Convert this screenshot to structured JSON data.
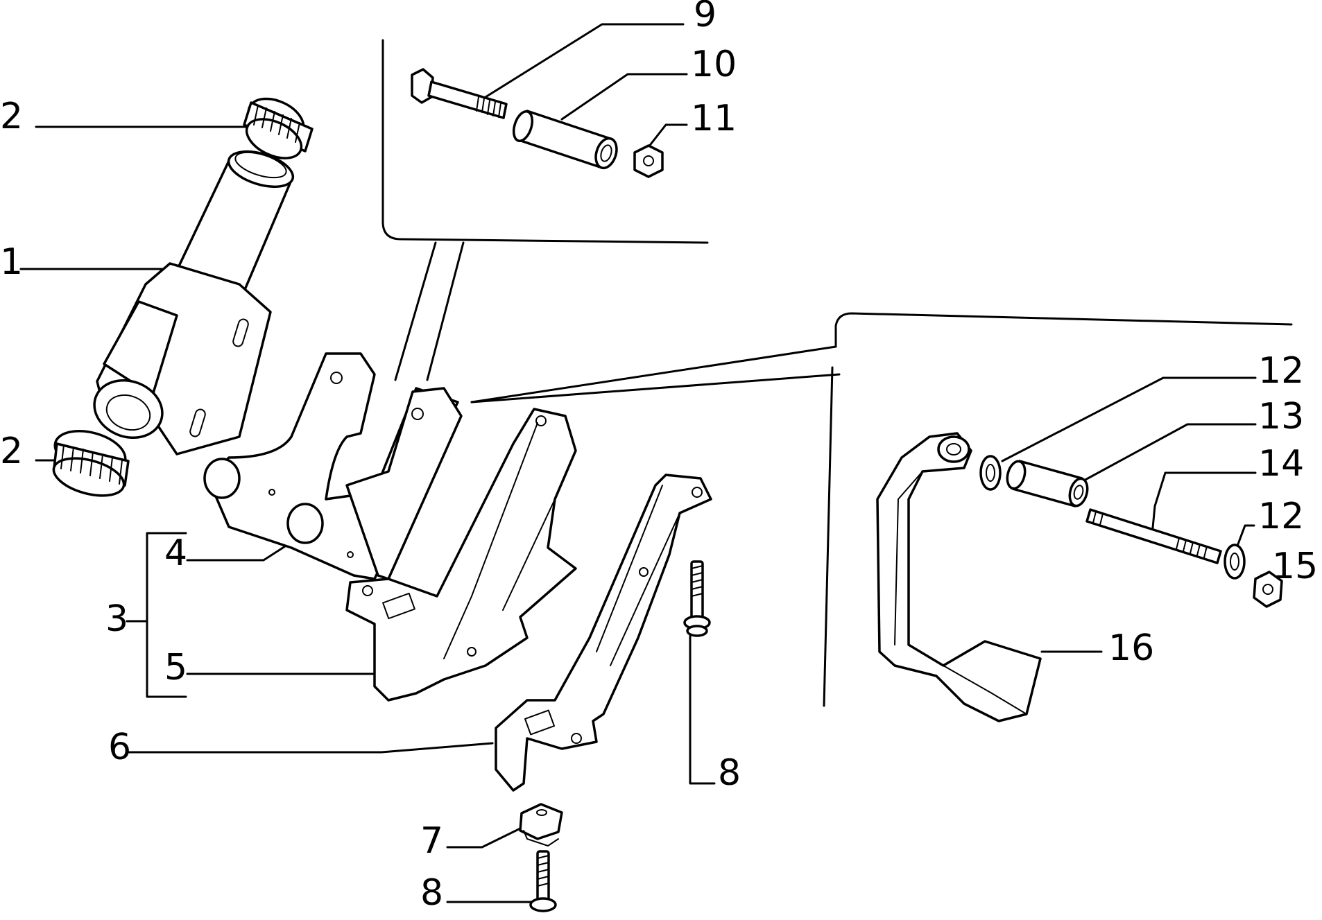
{
  "labels": {
    "l1": "1",
    "l2a": "2",
    "l2b": "2",
    "l3": "3",
    "l4": "4",
    "l5": "5",
    "l6": "6",
    "l7": "7",
    "l8a": "8",
    "l8b": "8",
    "l9": "9",
    "l10": "10",
    "l11": "11",
    "l12a": "12",
    "l13": "13",
    "l14": "14",
    "l12b": "12",
    "l15": "15",
    "l16": "16"
  }
}
